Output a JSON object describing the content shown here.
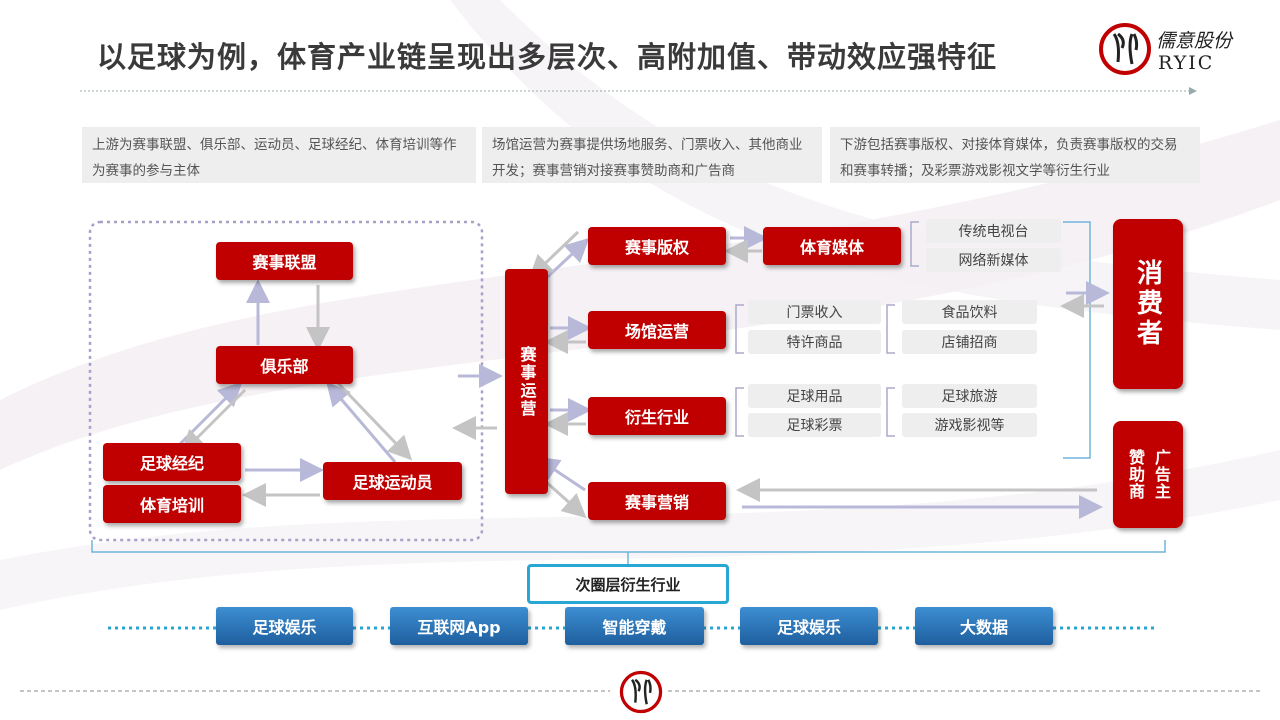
{
  "title": "以足球为例，体育产业链呈现出多层次、高附加值、带动效应强特征",
  "logo": {
    "cn": "儒意股份",
    "en": "RYIC"
  },
  "descriptions": {
    "upstream": "上游为赛事联盟、俱乐部、运动员、足球经纪、体育培训等作为赛事的参与主体",
    "midstream": "场馆运营为赛事提供场地服务、门票收入、其他商业开发；赛事营销对接赛事赞助商和广告商",
    "downstream": "下游包括赛事版权、对接体育媒体，负责赛事版权的交易和赛事转播；及彩票游戏影视文学等衍生行业"
  },
  "upstream": {
    "league": "赛事联盟",
    "club": "俱乐部",
    "agent": "足球经纪",
    "training": "体育培训",
    "athlete": "足球运动员"
  },
  "operations": "赛事运营",
  "mid": {
    "rights": "赛事版权",
    "venue": "场馆运营",
    "derivative": "衍生行业",
    "marketing": "赛事营销"
  },
  "media": "体育媒体",
  "media_items": [
    "传统电视台",
    "网络新媒体"
  ],
  "venue_items_a": [
    "门票收入",
    "特许商品"
  ],
  "venue_items_b": [
    "食品饮料",
    "店铺招商"
  ],
  "deriv_items_a": [
    "足球用品",
    "足球彩票"
  ],
  "deriv_items_b": [
    "足球旅游",
    "游戏影视等"
  ],
  "consumer": "消费者",
  "sponsor_a": "赞助商",
  "sponsor_b": "广告主",
  "secondary_label": "次圈层衍生行业",
  "secondary_items": [
    "足球娱乐",
    "互联网App",
    "智能穿戴",
    "足球娱乐",
    "大数据"
  ],
  "colors": {
    "red": "#c00000",
    "blue": "#2a78bf",
    "teal": "#29a7d4",
    "arrow": "#b8b8d8"
  }
}
